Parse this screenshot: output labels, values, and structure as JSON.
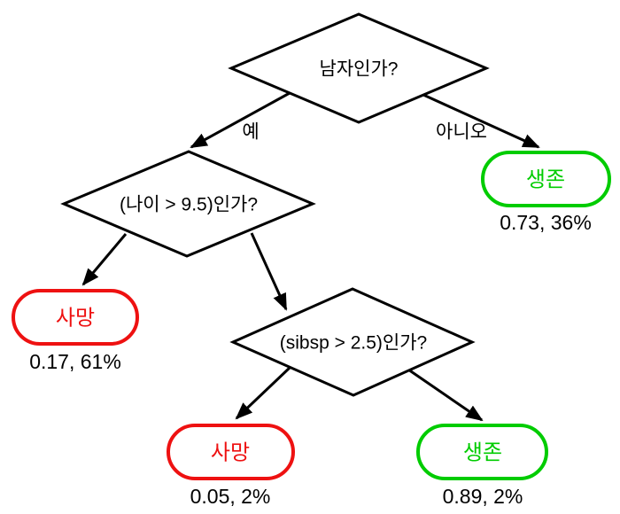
{
  "colors": {
    "survived": "#00cc00",
    "died": "#ee1111",
    "line": "#000000",
    "text": "#000000",
    "background": "#ffffff"
  },
  "tree": {
    "root": {
      "question": "남자인가?"
    },
    "branches": {
      "yes": "예",
      "no": "아니오"
    },
    "age_node": {
      "question": "(나이 > 9.5)인가?"
    },
    "sibsp_node": {
      "question": "(sibsp > 2.5)인가?"
    },
    "leaves": {
      "survived_no_branch": {
        "label": "생존",
        "stats": "0.73, 36%"
      },
      "died_age_branch": {
        "label": "사망",
        "stats": "0.17, 61%"
      },
      "died_sibsp_branch": {
        "label": "사망",
        "stats": "0.05, 2%"
      },
      "survived_sibsp_branch": {
        "label": "생존",
        "stats": "0.89, 2%"
      }
    }
  }
}
